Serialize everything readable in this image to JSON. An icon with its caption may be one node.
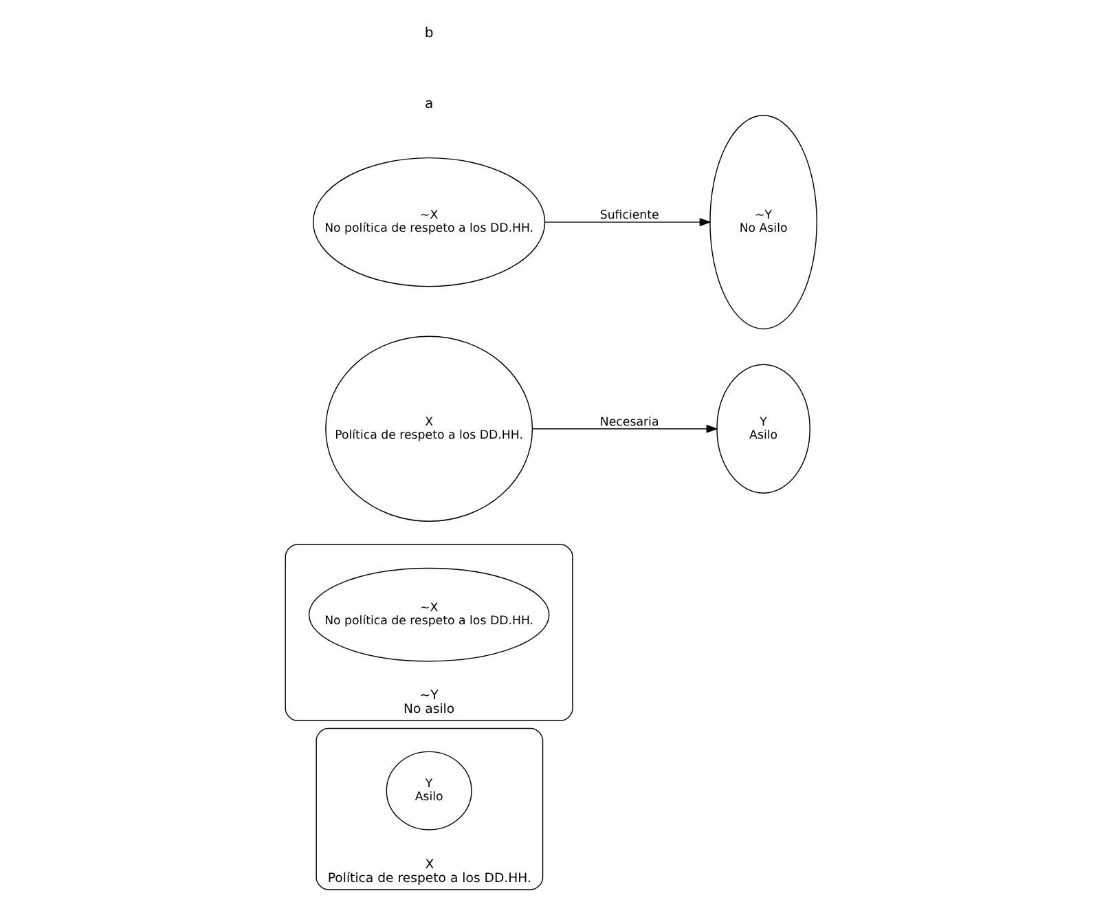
{
  "diagram": {
    "nodes": [
      {
        "text": [
          "X",
          "Política de respeto a los DD.HH."
        ]
      },
      {
        "text": [
          "Y",
          "Asilo"
        ],
        "in": 0
      },
      {
        "text": [
          "~Y",
          "No asilo"
        ]
      },
      {
        "text": [
          "~X",
          "No política de respeto a los DD.HH."
        ],
        "in": 2
      },
      {
        "text": [
          "X",
          "Política de respeto a los DD.HH."
        ]
      },
      {
        "text": [
          "Y",
          "Asilo"
        ]
      },
      {
        "text": [
          "~X",
          "No política de respeto a los DD.HH."
        ]
      },
      {
        "text": [
          "~Y",
          "No Asilo"
        ]
      }
    ],
    "edges": [
      {
        "from": 4,
        "to": 5,
        "arrow": "to",
        "label": "Necesaria"
      },
      {
        "from": 6,
        "to": 7,
        "arrow": "to",
        "label": "Suficiente"
      }
    ],
    "labels": [
      "a",
      "b"
    ]
  }
}
